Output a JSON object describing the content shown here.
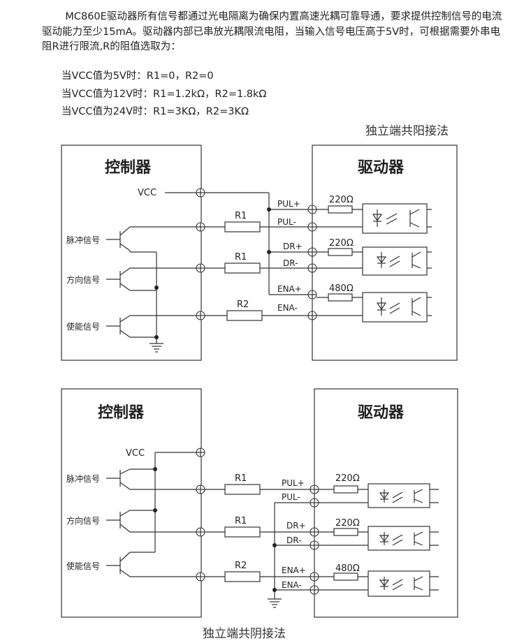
{
  "intro": "MC860E驱动器所有信号都通过光电隔离为确保内置高速光耦可靠导通，要求提供控制信号的电流驱动能力至少15mA。驱动器内部已串放光耦限流电阻，当输入信号电压高于5V时，可根据需要外串电阻R进行限流,R的阻值选取为：",
  "values": [
    "当VCC值为5V时：R1=0，R2=0",
    "当VCC值为12V时：R1=1.2kΩ，R2=1.8kΩ",
    "当VCC值为24V时：R1=3KΩ，R2=3KΩ"
  ],
  "diagram1": {
    "caption": "独立端共阳接法",
    "controller": "控制器",
    "driver": "驱动器",
    "vcc": "VCC",
    "signals": [
      "脉冲信号",
      "方向信号",
      "使能信号"
    ],
    "resistors": [
      "R1",
      "R1",
      "R2"
    ],
    "pins": [
      "PUL+",
      "PUL-",
      "DR+",
      "DR-",
      "ENA+",
      "ENA-"
    ],
    "internal_resistors": [
      "220Ω",
      "220Ω",
      "480Ω"
    ]
  },
  "diagram2": {
    "caption": "独立端共阴接法",
    "controller": "控制器",
    "driver": "驱动器",
    "vcc": "VCC",
    "signals": [
      "脉冲信号",
      "方向信号",
      "使能信号"
    ],
    "resistors": [
      "R1",
      "R1",
      "R2"
    ],
    "pins": [
      "PUL+",
      "PUL-",
      "DR+",
      "DR-",
      "ENA+",
      "ENA-"
    ],
    "internal_resistors": [
      "220Ω",
      "220Ω",
      "480Ω"
    ]
  }
}
